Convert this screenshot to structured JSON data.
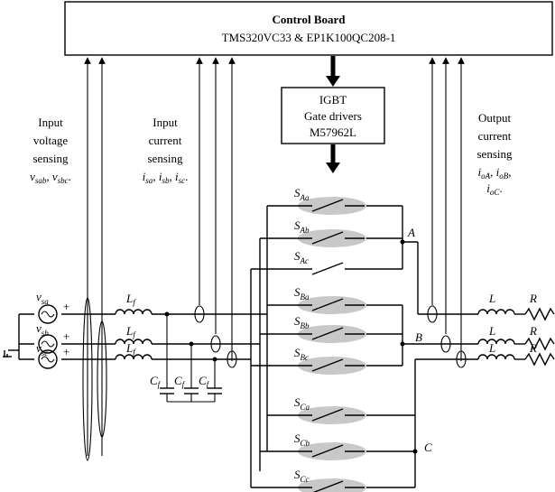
{
  "control_board": {
    "title": "Control Board",
    "subtitle": "TMS320VC33 & EP1K100QC208-1"
  },
  "gate_driver": {
    "line1": "IGBT",
    "line2": "Gate drivers",
    "line3": "M57962L"
  },
  "sensing": {
    "input_voltage": {
      "line1": "Input",
      "line2": "voltage",
      "line3": "sensing",
      "var1": "v",
      "sub1": "sab",
      "sep": ", ",
      "var2": "v",
      "sub2": "sbc",
      "end": "."
    },
    "input_current": {
      "line1": "Input",
      "line2": "current",
      "line3": "sensing",
      "var1": "i",
      "sub1": "sa",
      "var2": "i",
      "sub2": "sb",
      "var3": "i",
      "sub3": "sc",
      "sep": ", ",
      "end": "."
    },
    "output_current": {
      "line1": "Output",
      "line2": "current",
      "line3": "sensing",
      "var1": "i",
      "sub1": "oA",
      "var2": "i",
      "sub2": "oB",
      "var3": "i",
      "sub3": "oC",
      "sep": ", ",
      "end": "."
    }
  },
  "sources": [
    {
      "var": "v",
      "sub": "sa",
      "sign": "+"
    },
    {
      "var": "v",
      "sub": "sb",
      "sign": "+"
    },
    {
      "var": "v",
      "sub": "sc",
      "sign": "+"
    }
  ],
  "filter_inductors": [
    {
      "var": "L",
      "sub": "f"
    },
    {
      "var": "L",
      "sub": "f"
    },
    {
      "var": "L",
      "sub": "f"
    }
  ],
  "filter_capacitors": [
    {
      "var": "C",
      "sub": "f"
    },
    {
      "var": "C",
      "sub": "f"
    },
    {
      "var": "C",
      "sub": "f"
    }
  ],
  "switches": [
    {
      "var": "S",
      "sub": "Aa"
    },
    {
      "var": "S",
      "sub": "Ab"
    },
    {
      "var": "S",
      "sub": "Ac"
    },
    {
      "var": "S",
      "sub": "Ba"
    },
    {
      "var": "S",
      "sub": "Bb"
    },
    {
      "var": "S",
      "sub": "Bc"
    },
    {
      "var": "S",
      "sub": "Ca"
    },
    {
      "var": "S",
      "sub": "Cb"
    },
    {
      "var": "S",
      "sub": "Cc"
    }
  ],
  "output_nodes": [
    "A",
    "B",
    "C"
  ],
  "loads": [
    {
      "l": "L",
      "r": "R"
    },
    {
      "l": "L",
      "r": "R"
    },
    {
      "l": "L",
      "r": "R"
    }
  ]
}
